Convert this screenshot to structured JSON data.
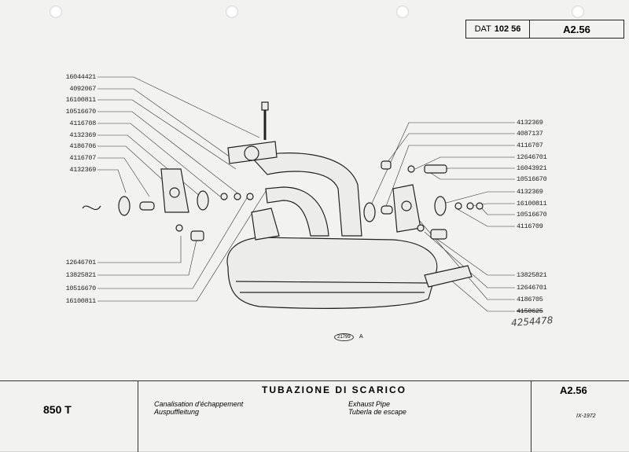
{
  "header": {
    "dat_label": "DAT",
    "dat_number": "102 56",
    "table_code": "A2.56"
  },
  "left_top_parts": [
    "16044421",
    "4092067",
    "16100811",
    "10516670",
    "4116708",
    "4132369",
    "4186706",
    "4116707",
    "4132369"
  ],
  "left_bottom_parts": [
    "12646701",
    "13825821",
    "10516670",
    "16100811"
  ],
  "right_top_parts": [
    "4132369",
    "4087137",
    "4116707",
    "12646701",
    "16043921",
    "10516670",
    "4132369",
    "16100811",
    "10516670",
    "4116709"
  ],
  "right_bottom_parts": [
    "13825821",
    "12646701",
    "4186705",
    "4150625"
  ],
  "handwritten": "4254478",
  "figure_ref": {
    "number": "21799",
    "suffix": "A"
  },
  "footer": {
    "model": "850 T",
    "title": "TUBAZIONE DI SCARICO",
    "french": "Canalisation d'échappement",
    "german": "Auspuffleitung",
    "english": "Exhaust Pipe",
    "spanish": "Tuberla de escape",
    "code": "A2.56",
    "date": "IX-1972"
  }
}
